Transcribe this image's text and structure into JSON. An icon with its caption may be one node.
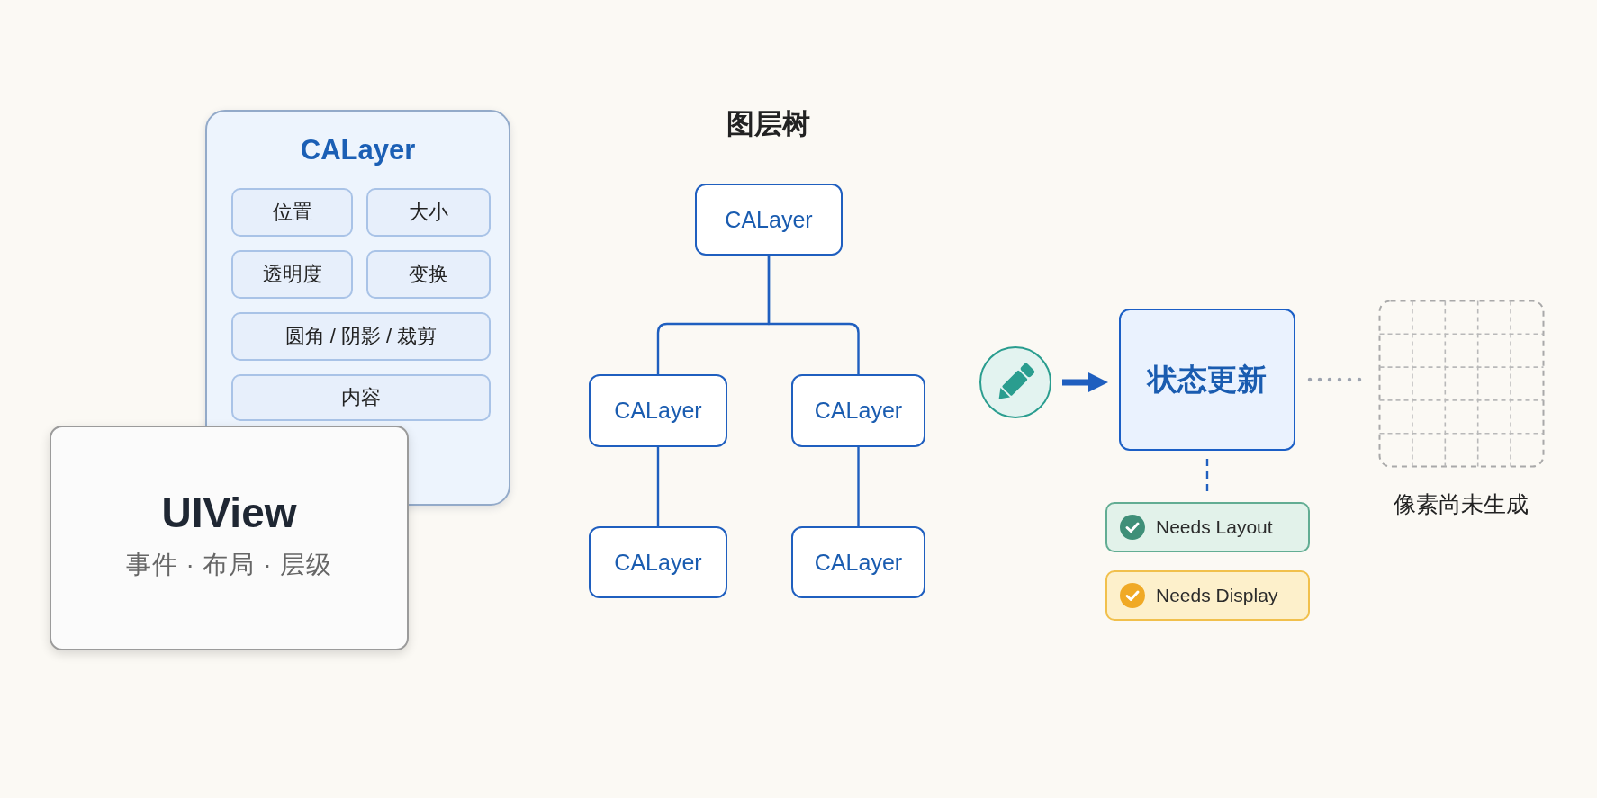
{
  "diagram": {
    "nodes": [
      {
        "text": [
          "CALayer"
        ]
      },
      {
        "text": [
          "位置"
        ],
        "in": 0
      },
      {
        "text": [
          "大小"
        ],
        "in": 0
      },
      {
        "text": [
          "透明度"
        ],
        "in": 0
      },
      {
        "text": [
          "变换"
        ],
        "in": 0
      },
      {
        "text": [
          "圆角 / 阴影 / 裁剪"
        ],
        "in": 0
      },
      {
        "text": [
          "内容"
        ],
        "in": 0
      },
      {
        "text": [
          "UIView",
          "事件 · 布局 · 层级"
        ]
      },
      {
        "text": [
          "CALayer"
        ]
      },
      {
        "text": [
          "CALayer"
        ]
      },
      {
        "text": [
          "CALayer"
        ]
      },
      {
        "text": [
          "CALayer"
        ]
      },
      {
        "text": [
          "CALayer"
        ]
      },
      {
        "text": [],
        "shape": "circle"
      },
      {
        "text": [
          "状态更新"
        ]
      },
      {
        "text": [
          "Needs Layout"
        ]
      },
      {
        "text": [
          "Needs Display"
        ]
      },
      {
        "text": [],
        "shape": "grid",
        "beside": [
          "像素尚未生成"
        ]
      }
    ],
    "edges": [
      {
        "from": 8,
        "to": 9,
        "arrow": "none"
      },
      {
        "from": 8,
        "to": 10,
        "arrow": "none"
      },
      {
        "from": 9,
        "to": 11,
        "arrow": "none"
      },
      {
        "from": 10,
        "to": 12,
        "arrow": "none"
      },
      {
        "from": 13,
        "to": 14,
        "arrow": "to",
        "style": "thick"
      },
      {
        "from": 14,
        "to": 15,
        "arrow": "none",
        "style": "dashed"
      },
      {
        "from": 14,
        "to": 17,
        "arrow": "none",
        "style": "dashed",
        "color": "#9ca3af"
      }
    ],
    "labels": [
      "图层树"
    ]
  }
}
